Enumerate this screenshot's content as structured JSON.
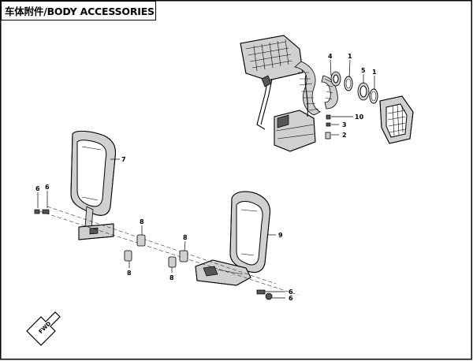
{
  "title": "车体附件/BODY ACCESSORIES",
  "callouts": [
    {
      "id": "c1a",
      "label": "1"
    },
    {
      "id": "c1b",
      "label": "1"
    },
    {
      "id": "c2",
      "label": "2"
    },
    {
      "id": "c3",
      "label": "3"
    },
    {
      "id": "c4",
      "label": "4"
    },
    {
      "id": "c5",
      "label": "5"
    },
    {
      "id": "c6a",
      "label": "6"
    },
    {
      "id": "c6b",
      "label": "6"
    },
    {
      "id": "c6c",
      "label": "6"
    },
    {
      "id": "c6d",
      "label": "6"
    },
    {
      "id": "c7",
      "label": "7"
    },
    {
      "id": "c8a",
      "label": "8"
    },
    {
      "id": "c8b",
      "label": "8"
    },
    {
      "id": "c8c",
      "label": "8"
    },
    {
      "id": "c8d",
      "label": "8"
    },
    {
      "id": "c9",
      "label": "9"
    },
    {
      "id": "c10",
      "label": "10"
    }
  ],
  "fwd_label": "FWD"
}
